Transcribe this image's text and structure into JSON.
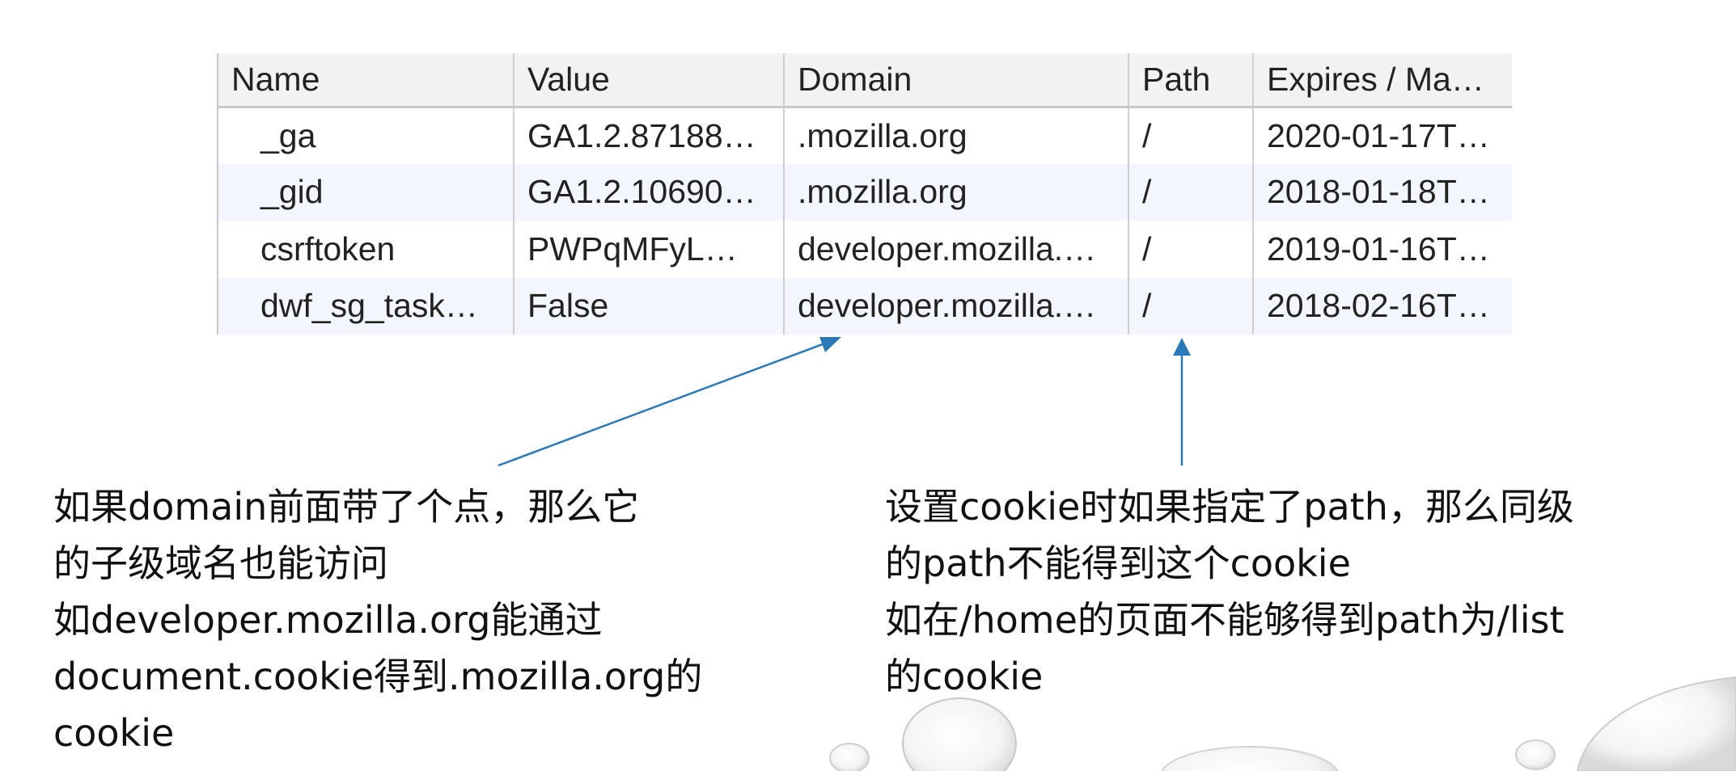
{
  "cookie_table": {
    "columns": [
      "Name",
      "Value",
      "Domain",
      "Path",
      "Expires / Ma…"
    ],
    "rows": [
      {
        "name": "_ga",
        "value": "GA1.2.87188…",
        "domain": ".mozilla.org",
        "path": "/",
        "expires": "2020-01-17T…"
      },
      {
        "name": "_gid",
        "value": "GA1.2.10690…",
        "domain": ".mozilla.org",
        "path": "/",
        "expires": "2018-01-18T…"
      },
      {
        "name": "csrftoken",
        "value": "PWPqMFyL…",
        "domain": "developer.mozilla.…",
        "path": "/",
        "expires": "2019-01-16T…"
      },
      {
        "name": "dwf_sg_task…",
        "value": "False",
        "domain": "developer.mozilla.…",
        "path": "/",
        "expires": "2018-02-16T…"
      }
    ]
  },
  "annotations": {
    "arrow_color": "#2a7ab8",
    "domain_note": {
      "lines": [
        "如果domain前面带了个点，那么它",
        "的子级域名也能访问",
        "如developer.mozilla.org能通过",
        "document.cookie得到.mozilla.org的",
        "cookie"
      ]
    },
    "path_note": {
      "lines": [
        "设置cookie时如果指定了path，那么同级",
        "的path不能得到这个cookie",
        "如在/home的页面不能够得到path为/list",
        "的cookie"
      ]
    }
  }
}
